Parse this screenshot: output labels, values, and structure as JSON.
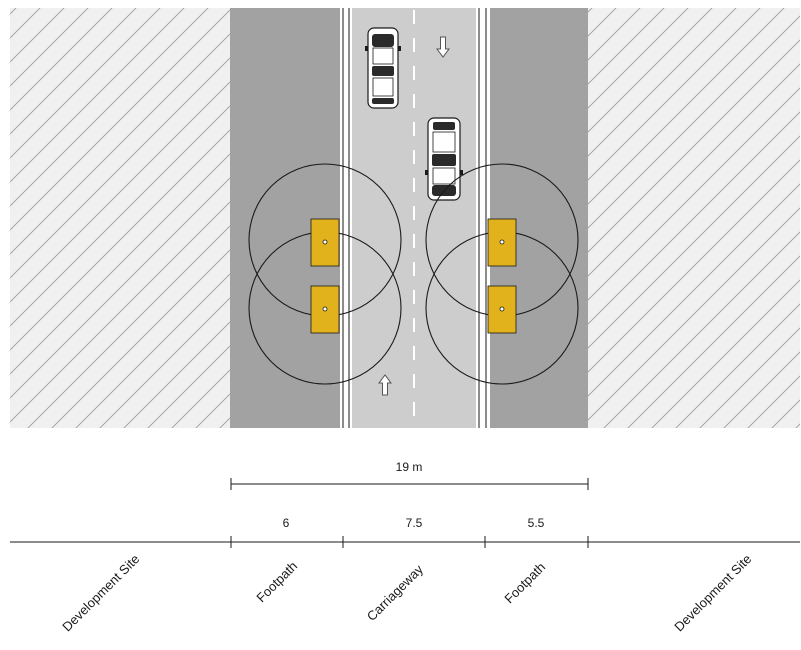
{
  "colors": {
    "site_hatch": "#f0f0f0",
    "hatch_line": "#9a9a9a",
    "footpath": "#a2a2a2",
    "carriageway": "#cdcdcd",
    "lane_line": "#ffffff",
    "light_pole": "#e2b21c",
    "outline": "#1a1a1a"
  },
  "icons": {
    "arrow_down": "direction-arrow-down-icon",
    "arrow_up": "direction-arrow-up-icon",
    "car": "car-top-view-icon",
    "light": "street-light-icon"
  },
  "dimensions": {
    "total": "19 m",
    "segments": [
      {
        "label": "6"
      },
      {
        "label": "7.5"
      },
      {
        "label": "5.5"
      }
    ]
  },
  "zones": [
    {
      "label": "Development Site"
    },
    {
      "label": "Footpath"
    },
    {
      "label": "Carriageway"
    },
    {
      "label": "Footpath"
    },
    {
      "label": "Development Site"
    }
  ]
}
